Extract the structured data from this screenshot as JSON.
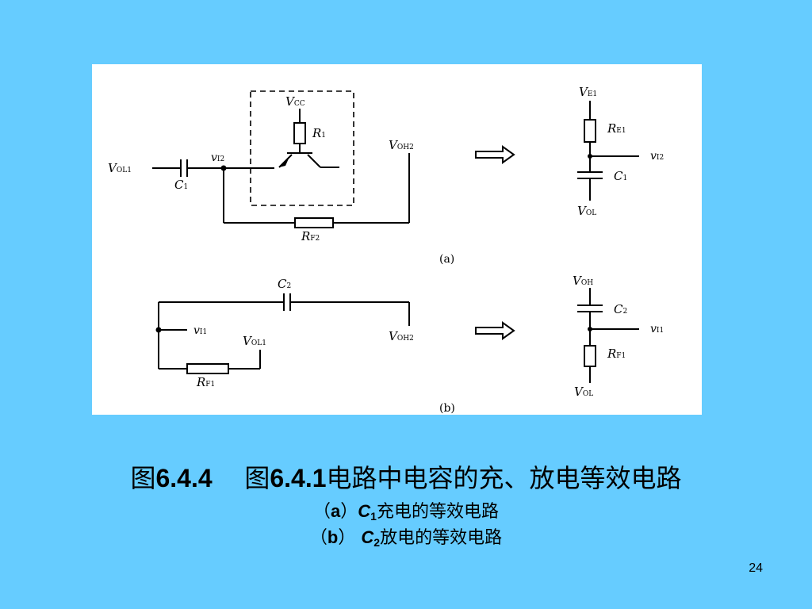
{
  "diagram": {
    "a": {
      "tag": "(a)",
      "vol1": {
        "main": "V",
        "sub": "OL1"
      },
      "c1": {
        "main": "C",
        "sub": "1"
      },
      "vi2": {
        "main": "v",
        "sub": "I2"
      },
      "vcc": {
        "main": "V",
        "sub": "CC"
      },
      "r1": {
        "main": "R",
        "sub": "1"
      },
      "voh2": {
        "main": "V",
        "sub": "OH2"
      },
      "rf2": {
        "main": "R",
        "sub": "F2"
      },
      "eq": {
        "ve1": {
          "main": "V",
          "sub": "E1"
        },
        "re1": {
          "main": "R",
          "sub": "E1"
        },
        "vi2": {
          "main": "v",
          "sub": "I2"
        },
        "c1": {
          "main": "C",
          "sub": "1"
        },
        "vol": {
          "main": "V",
          "sub": "OL"
        }
      }
    },
    "b": {
      "tag": "(b)",
      "c2": {
        "main": "C",
        "sub": "2"
      },
      "vi1": {
        "main": "v",
        "sub": "I1"
      },
      "vol1": {
        "main": "V",
        "sub": "OL1"
      },
      "voh2": {
        "main": "V",
        "sub": "OH2"
      },
      "rf1": {
        "main": "R",
        "sub": "F1"
      },
      "eq": {
        "voh": {
          "main": "V",
          "sub": "OH"
        },
        "c2": {
          "main": "C",
          "sub": "2"
        },
        "vi1": {
          "main": "v",
          "sub": "I1"
        },
        "rf1": {
          "main": "R",
          "sub": "F1"
        },
        "vol": {
          "main": "V",
          "sub": "OL"
        }
      }
    }
  },
  "caption": {
    "fig_prefix": "图",
    "fig_num": "6.4.4",
    "ref_prefix": "图",
    "ref_num": "6.4.1",
    "ref_text": "电路中电容的充、放电等效电路",
    "a_open": "（",
    "a_letter": "a",
    "a_close": "）",
    "a_cap": "C",
    "a_cap_sub": "1",
    "a_text": "充电的等效电路",
    "b_open": "（",
    "b_letter": "b",
    "b_close": "） ",
    "b_cap": "C",
    "b_cap_sub": "2",
    "b_text": "放电的等效电路"
  },
  "page_number": "24"
}
